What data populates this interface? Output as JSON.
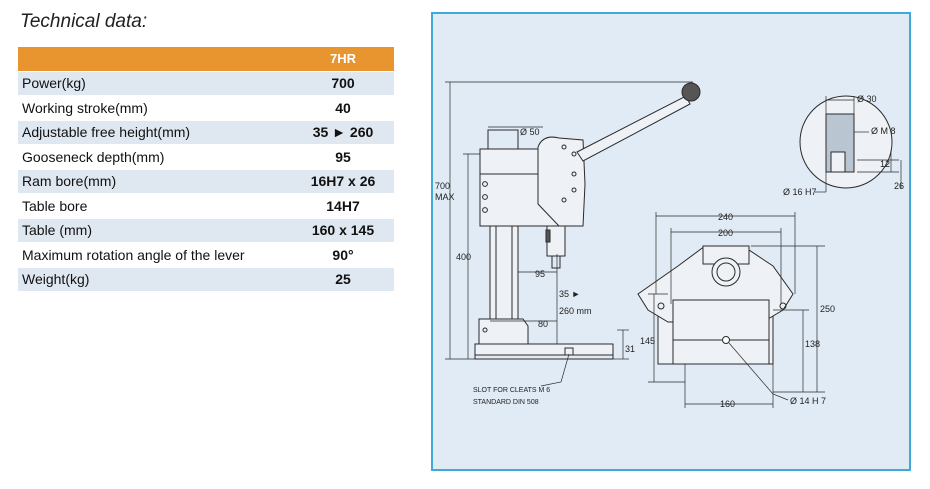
{
  "title": "Technical data:",
  "table": {
    "model": "7HR",
    "rows": [
      {
        "label": "Power(kg)",
        "value": "700"
      },
      {
        "label": "Working stroke(mm)",
        "value": "40"
      },
      {
        "label": "Adjustable free height(mm)",
        "value": "35 ► 260"
      },
      {
        "label": "Gooseneck depth(mm)",
        "value": "95"
      },
      {
        "label": "Ram bore(mm)",
        "value": "16H7 x 26"
      },
      {
        "label": "Table bore",
        "value": "14H7"
      },
      {
        "label": "Table (mm)",
        "value": "160 x 145"
      },
      {
        "label": "Maximum rotation angle of the lever",
        "value": "90°"
      },
      {
        "label": "Weight(kg)",
        "value": "25"
      }
    ]
  },
  "drawing": {
    "side_view": {
      "dim_700": "700",
      "dim_max": "MAX",
      "dim_400": "400",
      "dim_diameter_50": "Ø 50",
      "dim_95": "95",
      "dim_35": "35 ►",
      "dim_260mm": "260 mm",
      "dim_80": "80",
      "dim_31": "31",
      "slot_note_1": "SLOT FOR CLEATS M 6",
      "slot_note_2": "STANDARD DIN 508"
    },
    "detail_view": {
      "dim_diameter_30": "Ø 30",
      "dim_m8": "Ø M 8",
      "dim_12": "12",
      "dim_26": "26",
      "dim_16h7": "Ø 16 H7"
    },
    "top_view": {
      "dim_240": "240",
      "dim_200": "200",
      "dim_250": "250",
      "dim_145": "145",
      "dim_138": "138",
      "dim_160": "160",
      "dim_14h7": "Ø 14 H 7"
    }
  }
}
